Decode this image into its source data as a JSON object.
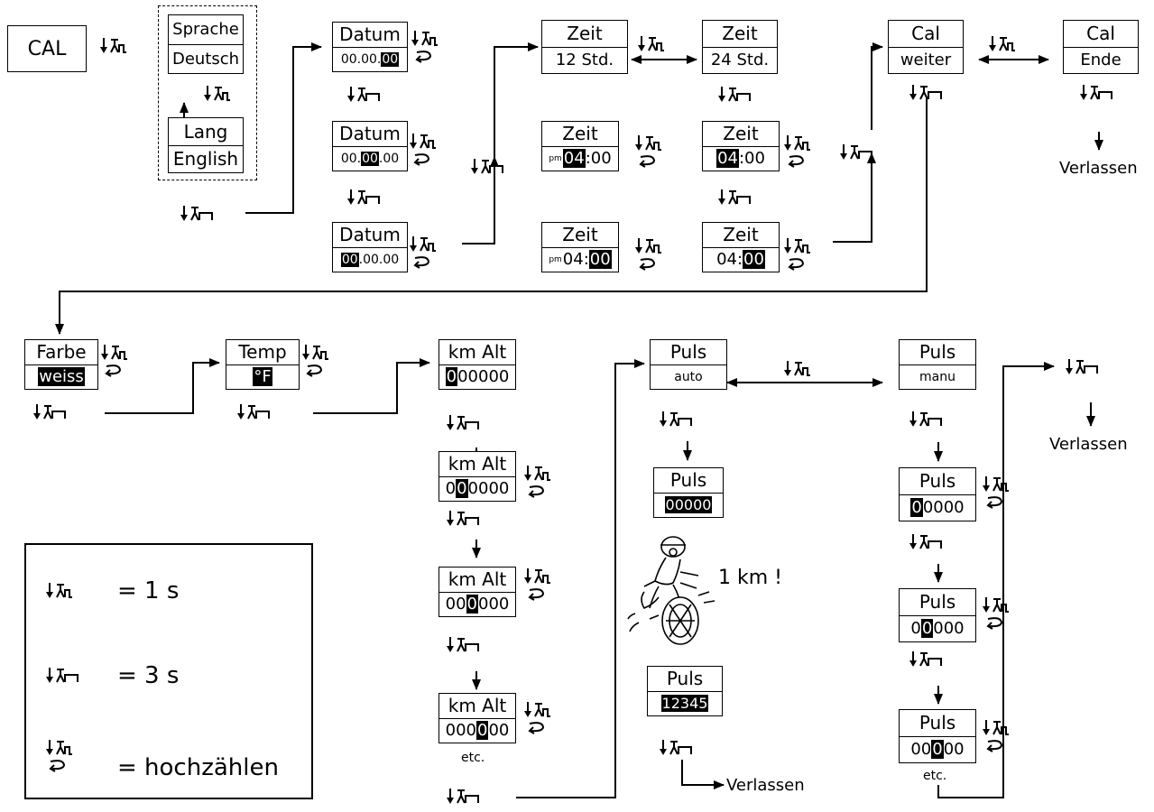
{
  "cal_label": "CAL",
  "language": {
    "german": {
      "top": "Sprache",
      "bottom": "Deutsch"
    },
    "english": {
      "top": "Lang",
      "bottom": "English"
    }
  },
  "date": {
    "title": "Datum",
    "day": {
      "pre": "00.00.",
      "hl": "00",
      "post": ""
    },
    "month": {
      "pre": "00.",
      "hl": "00",
      "post": ".00"
    },
    "year": {
      "pre": "",
      "hl": "00",
      "post": ".00.00"
    }
  },
  "time": {
    "title": "Zeit",
    "mode12": "12 Std.",
    "mode24": "24 Std.",
    "pm_hours": {
      "pm": "pm",
      "hl": "04",
      "post": ":00"
    },
    "pm_minutes": {
      "pm": "pm",
      "pre": "04:",
      "hl": "00"
    },
    "hours24": {
      "hl": "04",
      "post": ":00"
    },
    "minutes24": {
      "pre": "04:",
      "hl": "00"
    }
  },
  "cal_menu": {
    "title": "Cal",
    "continue": "weiter",
    "end": "Ende",
    "exit": "Verlassen"
  },
  "color": {
    "title": "Farbe",
    "value": "weiss"
  },
  "temp": {
    "title": "Temp",
    "value": "°F"
  },
  "km_alt": {
    "title": "km Alt",
    "d1": {
      "pre": "",
      "hl": "0",
      "post": "00000"
    },
    "d2": {
      "pre": "0",
      "hl": "0",
      "post": "0000"
    },
    "d3": {
      "pre": "00",
      "hl": "0",
      "post": "000"
    },
    "d4": {
      "pre": "000",
      "hl": "0",
      "post": "00"
    },
    "etc": "etc."
  },
  "pulse_auto": {
    "title": "Puls",
    "mode": "auto",
    "zero": "00000",
    "count": "12345",
    "km_note": "1 km !",
    "exit": "Verlassen"
  },
  "pulse_manual": {
    "title": "Puls",
    "mode": "manu",
    "d1": {
      "pre": "",
      "hl": "0",
      "post": "0000"
    },
    "d2": {
      "pre": "0",
      "hl": "0",
      "post": "000"
    },
    "d3": {
      "pre": "00",
      "hl": "0",
      "post": "00"
    },
    "etc": "etc.",
    "exit": "Verlassen"
  },
  "legend": {
    "short": "= 1 s",
    "long": "= 3 s",
    "count_up": "= hochzählen"
  }
}
